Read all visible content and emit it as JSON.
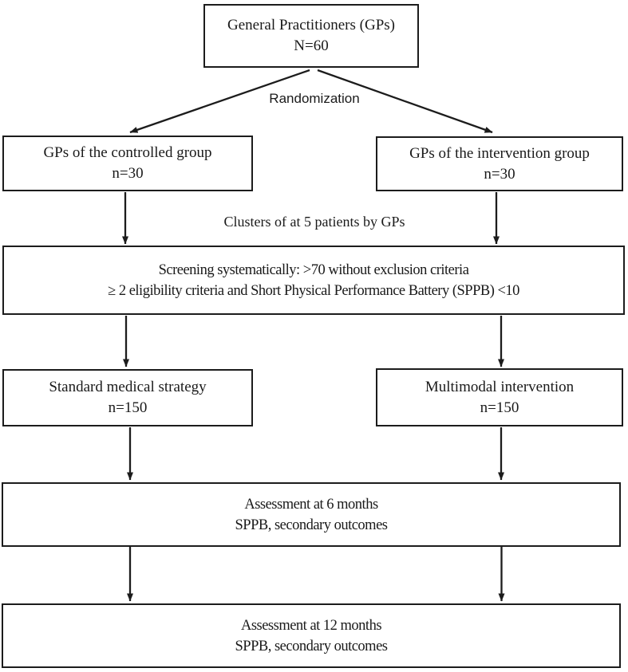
{
  "diagram": {
    "title_hint": "Randomized controlled trial flow diagram",
    "colors": {
      "line": "#1c1c1c",
      "text": "#1a1a1a",
      "background": "#ffffff"
    },
    "boxes": {
      "gps_total": {
        "line1": "General Practitioners (GPs)",
        "line2": "N=60"
      },
      "controlled_group": {
        "line1": "GPs of the controlled group",
        "line2": "n=30"
      },
      "intervention_group": {
        "line1": "GPs of the intervention group",
        "line2": "n=30"
      },
      "screening": {
        "line1": "Screening systematically: >70 without exclusion criteria",
        "line2": "≥ 2 eligibility criteria and Short Physical Performance Battery (SPPB) <10"
      },
      "standard_strategy": {
        "line1": "Standard medical strategy",
        "line2": "n=150"
      },
      "multimodal_intervention": {
        "line1": "Multimodal intervention",
        "line2": "n=150"
      },
      "assessment_6_months": {
        "line1": "Assessment at 6 months",
        "line2": "SPPB, secondary outcomes"
      },
      "assessment_12_months": {
        "line1": "Assessment at 12 months",
        "line2": "SPPB, secondary outcomes"
      }
    },
    "labels": {
      "randomization": "Randomization",
      "clusters": "Clusters of at 5 patients by GPs"
    }
  }
}
